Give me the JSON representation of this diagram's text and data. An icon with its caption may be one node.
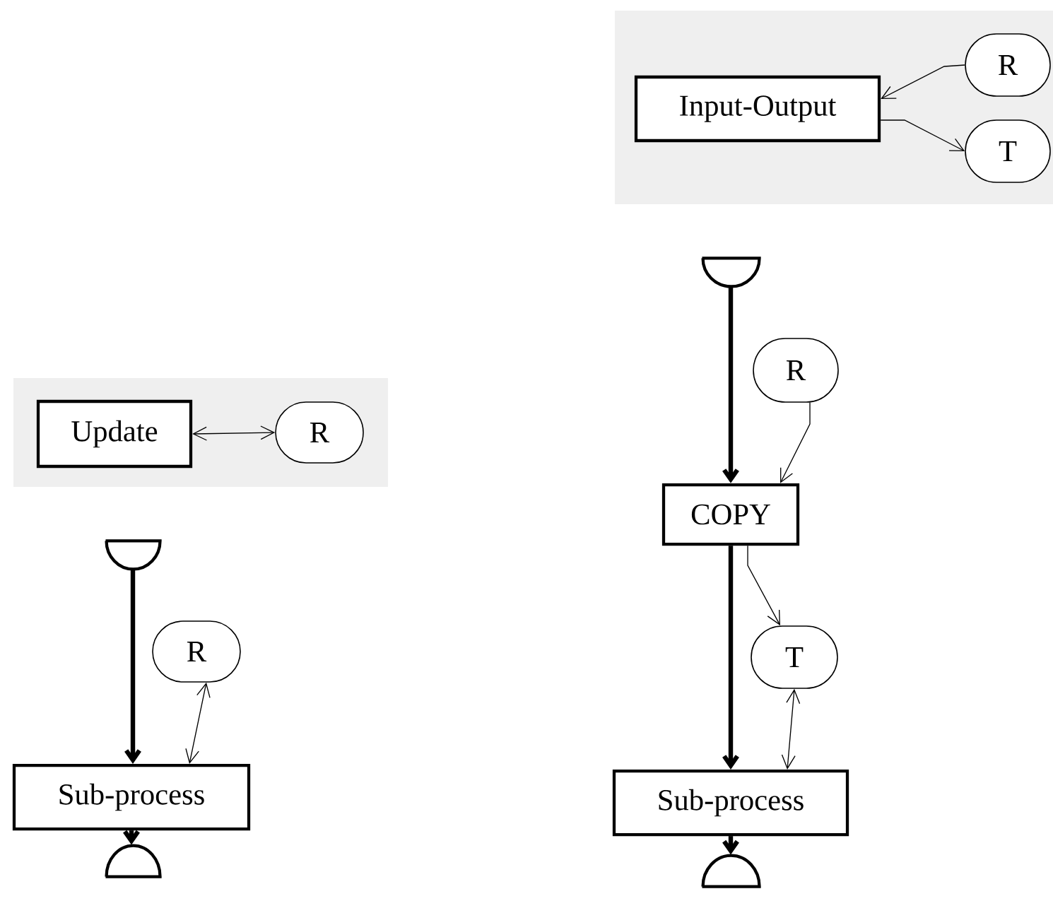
{
  "diagram": {
    "nodes": [
      {
        "text": [],
        "shape": "box"
      },
      {
        "text": [
          "Input-Output"
        ],
        "in": 0
      },
      {
        "text": [
          "R"
        ],
        "in": 0
      },
      {
        "text": [
          "T"
        ],
        "in": 0
      },
      {
        "text": [],
        "shape": "box"
      },
      {
        "text": [
          "Update"
        ],
        "in": 4
      },
      {
        "text": [
          "R"
        ],
        "in": 4
      },
      {
        "text": [],
        "shape": "semicircle"
      },
      {
        "text": [
          "R"
        ]
      },
      {
        "text": [
          "Sub-process"
        ]
      },
      {
        "text": [],
        "shape": "semicircle"
      },
      {
        "text": [],
        "shape": "semicircle"
      },
      {
        "text": [
          "R"
        ]
      },
      {
        "text": [
          "COPY"
        ]
      },
      {
        "text": [
          "T"
        ]
      },
      {
        "text": [
          "Sub-process"
        ]
      },
      {
        "text": [],
        "shape": "semicircle"
      }
    ],
    "edges": [
      {
        "from": 2,
        "to": 1,
        "arrow": "to"
      },
      {
        "from": 1,
        "to": 3,
        "arrow": "to"
      },
      {
        "from": 5,
        "to": 6,
        "arrow": "both"
      },
      {
        "from": 7,
        "to": 9,
        "arrow": "to",
        "style": "thick"
      },
      {
        "from": 8,
        "to": 9,
        "arrow": "both"
      },
      {
        "from": 9,
        "to": 10,
        "arrow": "to",
        "style": "thick"
      },
      {
        "from": 11,
        "to": 13,
        "arrow": "to",
        "style": "thick"
      },
      {
        "from": 12,
        "to": 13,
        "arrow": "to"
      },
      {
        "from": 13,
        "to": 14,
        "arrow": "to"
      },
      {
        "from": 14,
        "to": 15,
        "arrow": "both"
      },
      {
        "from": 13,
        "to": 15,
        "arrow": "to",
        "style": "thick"
      },
      {
        "from": 15,
        "to": 16,
        "arrow": "to",
        "style": "thick"
      }
    ]
  }
}
